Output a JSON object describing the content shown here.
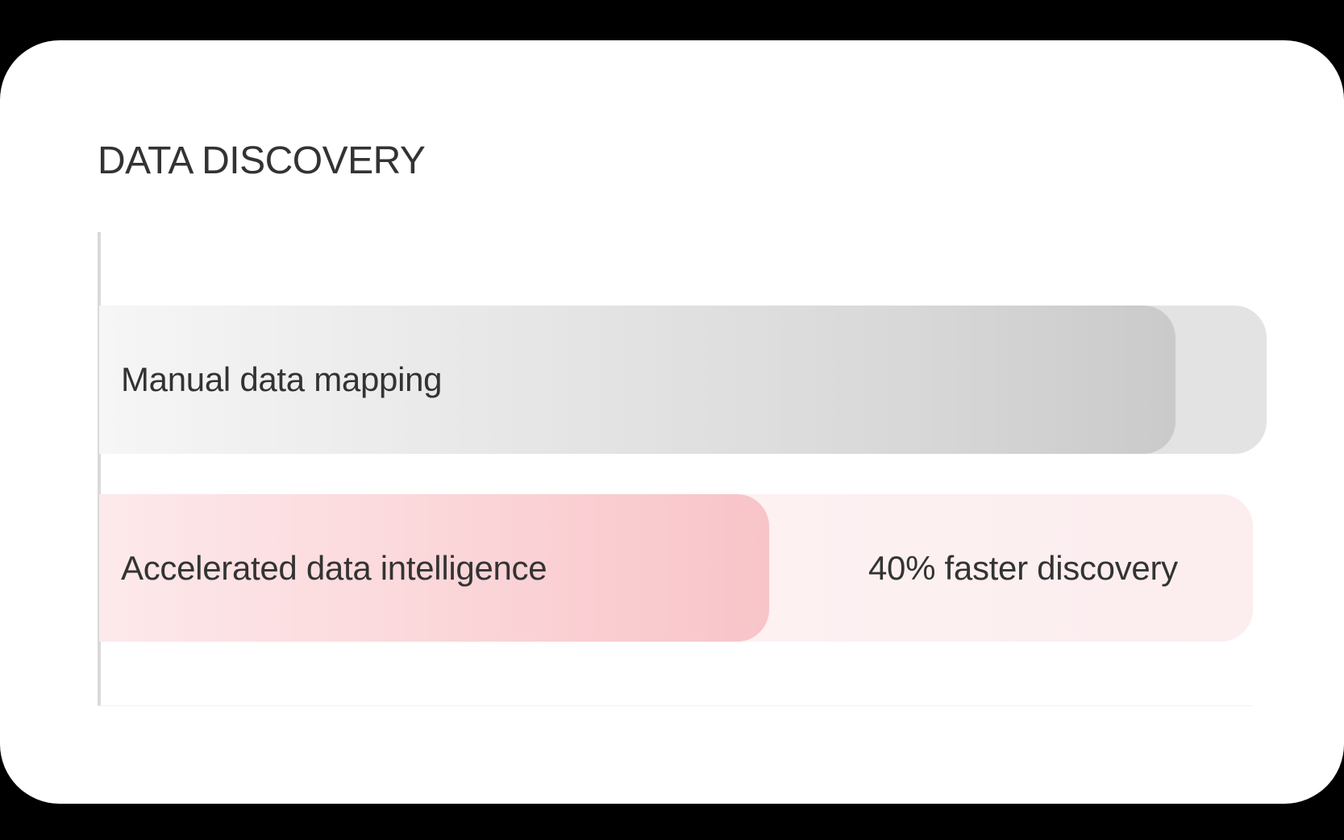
{
  "title": "DATA DISCOVERY",
  "bars": [
    {
      "label": "Manual data mapping",
      "value_label": "",
      "fill_color_start": "#f6f6f6",
      "fill_color_end": "#cacaca",
      "track_color": "#e4e4e4"
    },
    {
      "label": "Accelerated data intelligence",
      "value_label": "40% faster discovery",
      "fill_color_start": "#fde9eb",
      "fill_color_end": "#f8c4c8",
      "track_color": "#fdf1f2"
    }
  ],
  "chart_data": {
    "type": "bar",
    "orientation": "horizontal",
    "title": "DATA DISCOVERY",
    "categories": [
      "Manual data mapping",
      "Accelerated data intelligence"
    ],
    "values": [
      100,
      60
    ],
    "annotations": [
      {
        "category": "Accelerated data intelligence",
        "text": "40% faster discovery"
      }
    ],
    "xlabel": "",
    "ylabel": "",
    "xlim": [
      0,
      100
    ],
    "grid": false,
    "legend": "none",
    "colors": [
      "#cacaca",
      "#f8c4c8"
    ]
  }
}
